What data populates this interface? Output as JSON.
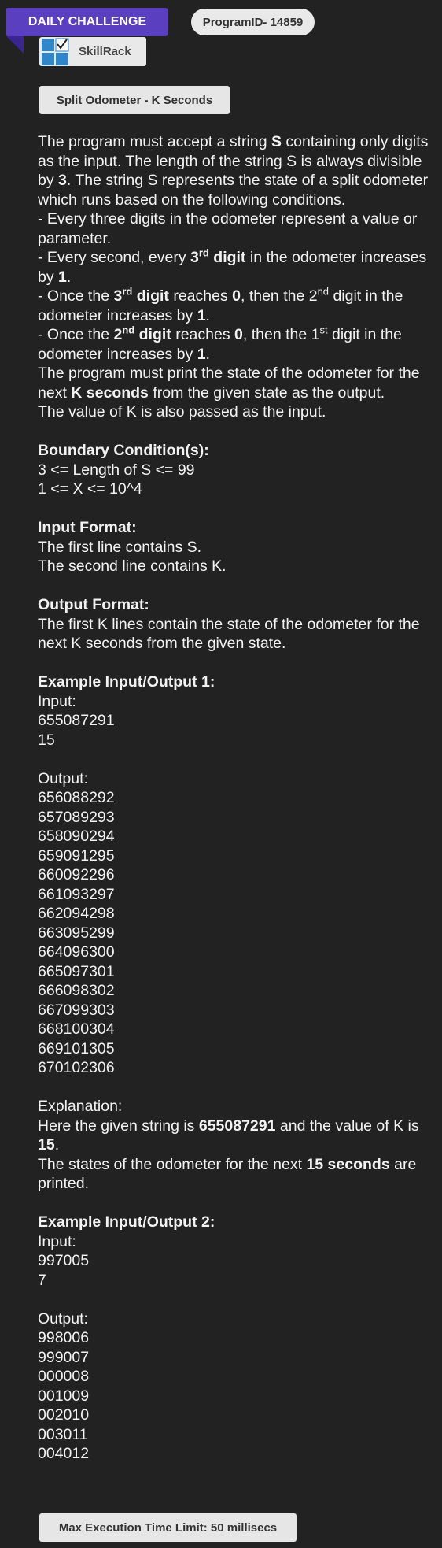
{
  "header": {
    "ribbon_label": "DAILY CHALLENGE",
    "program_id": "ProgramID- 14859",
    "logo_label": "SkillRack",
    "problem_title": "Split Odometer - K Seconds"
  },
  "description": {
    "p1_a": "The program must accept a string ",
    "p1_b": "S",
    "p1_c": " containing only digits as the input. The length of the string S is always divisible by ",
    "p1_d": "3",
    "p1_e": ". The string S represents the state of a split odometer which runs based on the following conditions.",
    "r1": "- Every three digits in the odometer represent a value or parameter.",
    "r2_a": "- Every second, every ",
    "r2_b": "3",
    "r2_sup": "rd",
    "r2_c": " digit",
    "r2_d": " in the odometer increases by ",
    "r2_e": "1",
    "r2_f": ".",
    "r3_a": "- Once the ",
    "r3_b": "3",
    "r3_sup": "rd",
    "r3_c": " digit",
    "r3_d": " reaches ",
    "r3_e": "0",
    "r3_f": ", then the 2",
    "r3_sup2": "nd",
    "r3_g": " digit in the odometer increases by ",
    "r3_h": "1",
    "r3_i": ".",
    "r4_a": "- Once the ",
    "r4_b": "2",
    "r4_sup": "nd",
    "r4_c": " digit",
    "r4_d": " reaches ",
    "r4_e": "0",
    "r4_f": ", then the 1",
    "r4_sup2": "st",
    "r4_g": " digit in the odometer increases by ",
    "r4_h": "1",
    "r4_i": ".",
    "p2_a": "The program must print the state of the odometer for the next ",
    "p2_b": "K seconds",
    "p2_c": " from the given state as the output.",
    "p3": "The value of K is also passed as the input."
  },
  "boundary": {
    "heading": "Boundary Condition(s):",
    "line1": "3 <= Length of S <= 99",
    "line2": "1 <= X <= 10^4"
  },
  "input_format": {
    "heading": "Input Format:",
    "line1": "The first line contains S.",
    "line2": "The second line contains K."
  },
  "output_format": {
    "heading": "Output Format:",
    "line1": "The first K lines contain the state of the odometer for the next K seconds from the given state."
  },
  "example1": {
    "heading": "Example Input/Output 1:",
    "input_label": "Input:",
    "input_lines": [
      "655087291",
      "15"
    ],
    "output_label": "Output:",
    "output_lines": [
      "656088292",
      "657089293",
      "658090294",
      "659091295",
      "660092296",
      "661093297",
      "662094298",
      "663095299",
      "664096300",
      "665097301",
      "666098302",
      "667099303",
      "668100304",
      "669101305",
      "670102306"
    ],
    "explanation_label": "Explanation:",
    "exp1_a": "Here the given string is ",
    "exp1_b": "655087291",
    "exp1_c": " and the value of K is ",
    "exp1_d": "15",
    "exp1_e": ".",
    "exp2_a": "The states of the odometer for the next ",
    "exp2_b": "15 seconds",
    "exp2_c": " are printed."
  },
  "example2": {
    "heading": "Example Input/Output 2:",
    "input_label": "Input:",
    "input_lines": [
      "997005",
      "7"
    ],
    "output_label": "Output:",
    "output_lines": [
      "998006",
      "999007",
      "000008",
      "001009",
      "002010",
      "003011",
      "004012"
    ]
  },
  "footer": {
    "time_limit": "Max Execution Time Limit: 50 millisecs"
  },
  "colors": {
    "background": "#222222",
    "ribbon": "#5a3fc0",
    "chip": "#e6e6e6"
  }
}
